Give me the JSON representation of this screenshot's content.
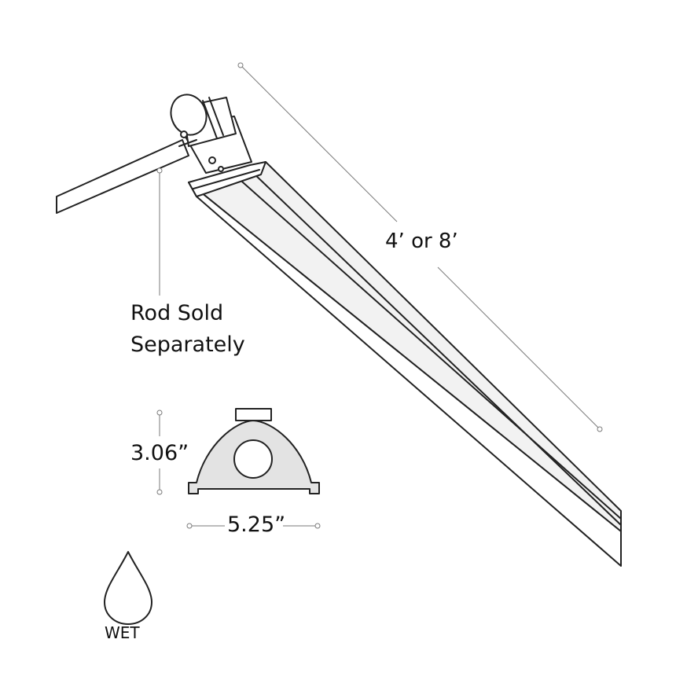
{
  "dimensions": {
    "length": "4’ or 8’",
    "height": "3.06”",
    "width": "5.25”"
  },
  "notes": {
    "rod_line1": "Rod Sold",
    "rod_line2": "Separately"
  },
  "rating": {
    "label": "WET",
    "icon": "water-drop-icon"
  },
  "colors": {
    "line": "#222222",
    "fixture_fill": "#ffffff",
    "section_fill": "#e3e3e3",
    "leader": "#7a7a7a"
  }
}
